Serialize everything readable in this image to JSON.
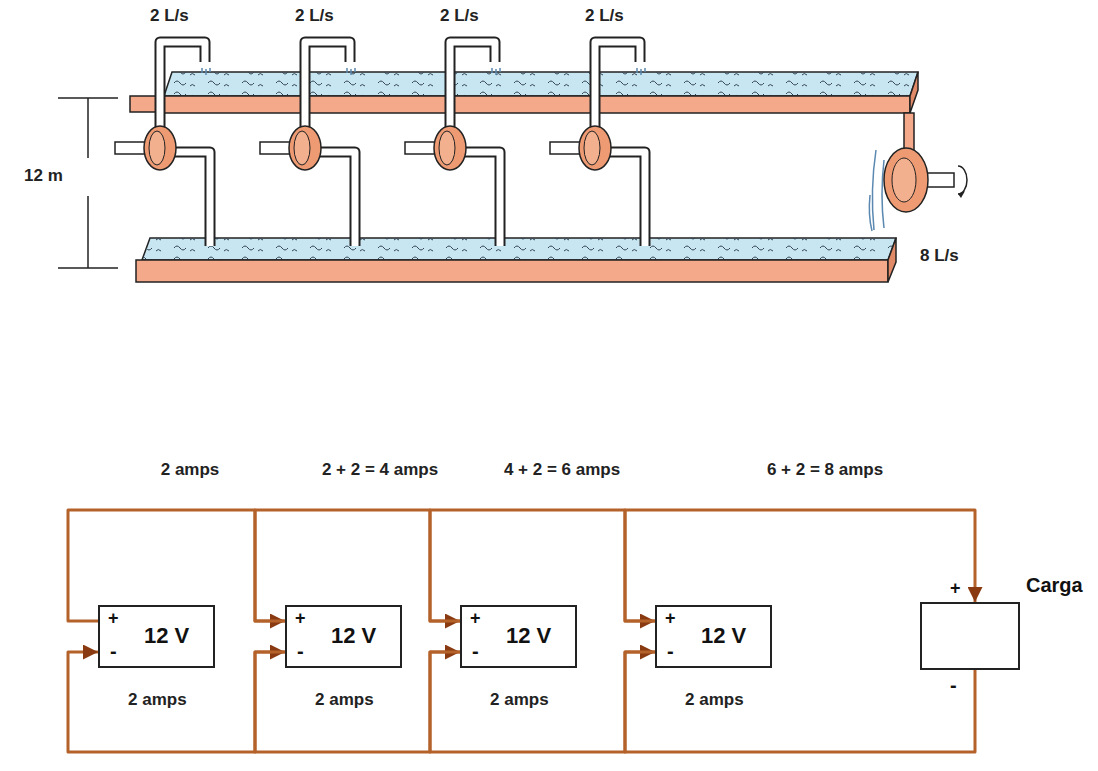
{
  "diagram": {
    "nodes": [
      {
        "text": [
          "+",
          "12 V",
          "-"
        ]
      },
      {
        "text": [
          "+",
          "12 V",
          "-"
        ]
      },
      {
        "text": [
          "+",
          "12 V",
          "-"
        ]
      },
      {
        "text": [
          "+",
          "12 V",
          "-"
        ]
      },
      {
        "text": [
          "Carga",
          "+",
          "-"
        ]
      }
    ],
    "edges": [
      {
        "from": 0,
        "to": 1,
        "arrow": "to",
        "label": "2 amps"
      },
      {
        "from": 1,
        "to": 2,
        "arrow": "to",
        "label": "2 + 2 = 4 amps"
      },
      {
        "from": 2,
        "to": 3,
        "arrow": "to",
        "label": "4 + 2 = 6 amps"
      },
      {
        "from": 3,
        "to": 4,
        "arrow": "to",
        "label": "6 + 2 = 8 amps"
      },
      {
        "from": 4,
        "to": 3,
        "arrow": "to"
      },
      {
        "from": 3,
        "to": 2,
        "arrow": "to"
      },
      {
        "from": 2,
        "to": 1,
        "arrow": "to"
      },
      {
        "from": 1,
        "to": 0,
        "arrow": "to"
      }
    ],
    "labels": [
      "2 L/s",
      "2 L/s",
      "2 L/s",
      "2 L/s",
      "12 m",
      "8 L/s",
      "2 amps",
      "2 amps",
      "2 amps",
      "2 amps"
    ]
  }
}
